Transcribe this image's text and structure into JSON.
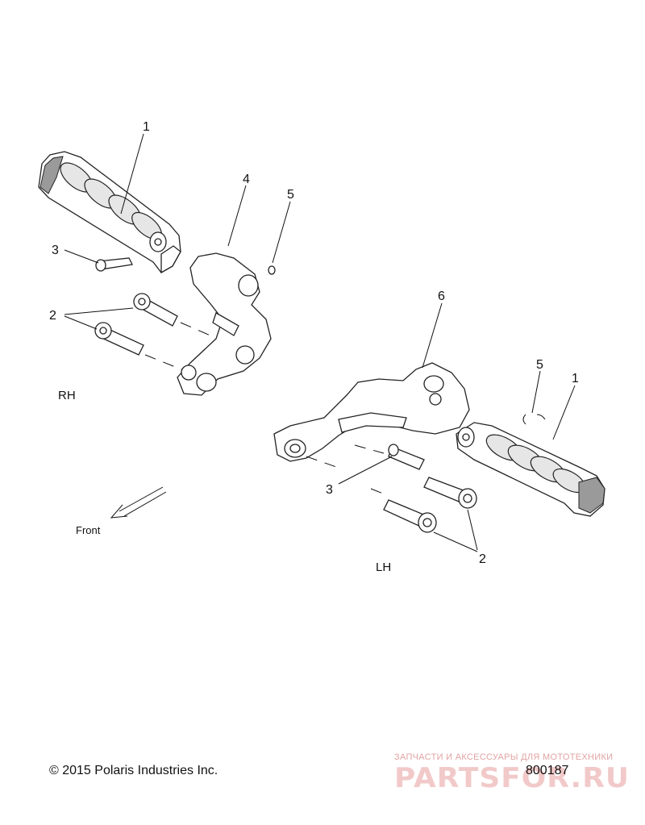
{
  "callouts": {
    "rh_footrest": "1",
    "rh_bolts": "2",
    "rh_pin": "3",
    "rh_bracket": "4",
    "rh_clip": "5",
    "lh_bracket": "6",
    "lh_clip": "5",
    "lh_footrest": "1",
    "lh_pin": "3",
    "lh_bolts": "2"
  },
  "labels": {
    "rh": "RH",
    "lh": "LH",
    "front": "Front"
  },
  "footer": {
    "copyright": "© 2015 Polaris Industries Inc.",
    "diagram_number": "800187"
  },
  "watermark": {
    "tagline": "ЗАПЧАСТИ И АКСЕССУАРЫ ДЛЯ МОТОТЕХНИКИ",
    "logo": "PARTSFOR.RU"
  }
}
